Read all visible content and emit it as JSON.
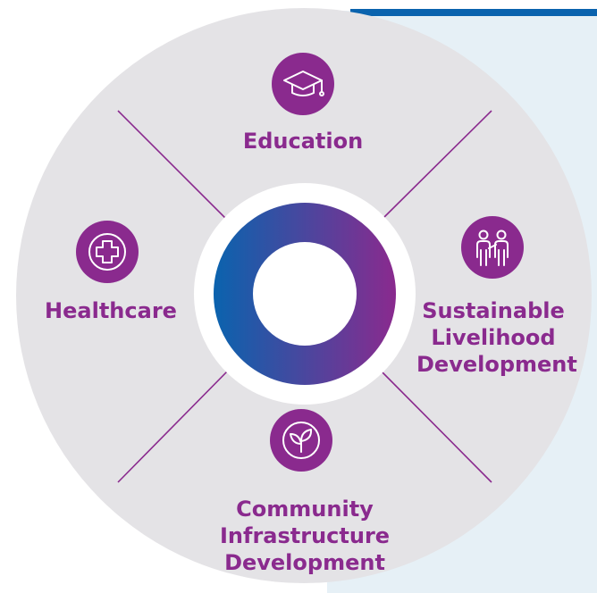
{
  "sectors": {
    "education": {
      "label": "Education",
      "icon": "graduation-cap-icon"
    },
    "healthcare": {
      "label": "Healthcare",
      "icon": "medical-cross-icon"
    },
    "livelihood": {
      "label_lines": [
        "Sustainable",
        "Livelihood",
        "Development"
      ],
      "icon": "people-icon"
    },
    "infrastructure": {
      "label_lines": [
        "Community",
        "Infrastructure",
        "Development"
      ],
      "icon": "leaf-icon"
    }
  },
  "colors": {
    "purple": "#8a2a8e",
    "circle_gray": "#e4e3e6",
    "panel_blue": "#e6f0f6",
    "accent_blue": "#0a63ae",
    "ring_gradient_start": "#0a63ae",
    "ring_gradient_end": "#8a2a8e"
  }
}
